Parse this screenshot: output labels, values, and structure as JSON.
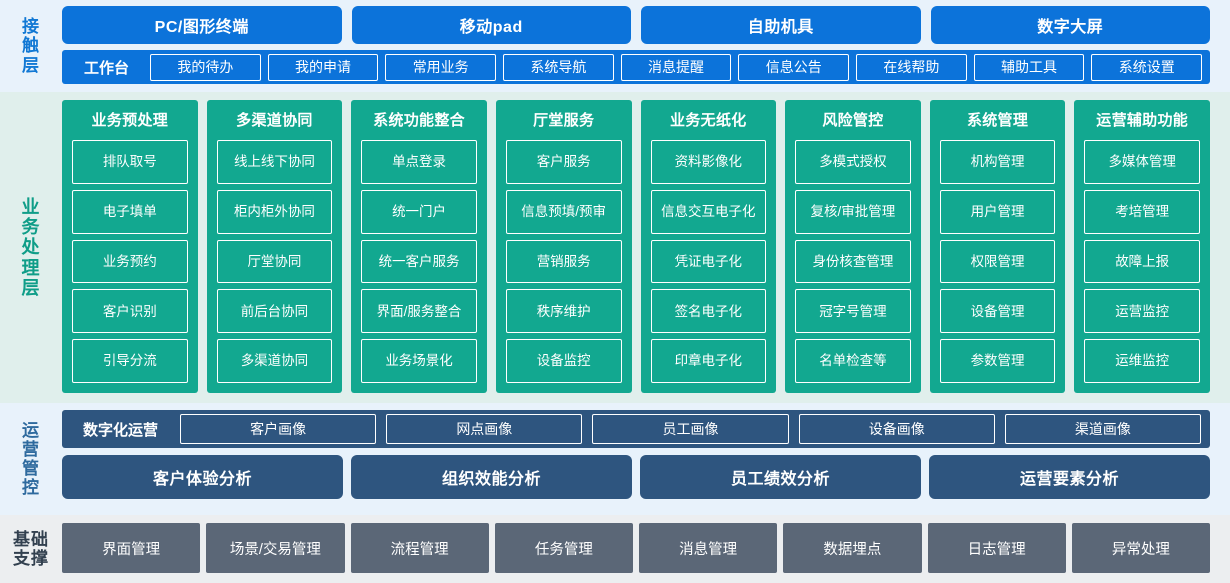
{
  "layers": {
    "touch": {
      "label": "接触层",
      "terminals": [
        "PC/图形终端",
        "移动pad",
        "自助机具",
        "数字大屏"
      ],
      "workbench_label": "工作台",
      "items": [
        "我的待办",
        "我的申请",
        "常用业务",
        "系统导航",
        "消息提醒",
        "信息公告",
        "在线帮助",
        "辅助工具",
        "系统设置"
      ]
    },
    "business": {
      "label": "业务处理层",
      "columns": [
        {
          "title": "业务预处理",
          "items": [
            "排队取号",
            "电子填单",
            "业务预约",
            "客户识别",
            "引导分流"
          ]
        },
        {
          "title": "多渠道协同",
          "items": [
            "线上线下协同",
            "柜内柜外协同",
            "厅堂协同",
            "前后台协同",
            "多渠道协同"
          ]
        },
        {
          "title": "系统功能整合",
          "items": [
            "单点登录",
            "统一门户",
            "统一客户服务",
            "界面/服务整合",
            "业务场景化"
          ]
        },
        {
          "title": "厅堂服务",
          "items": [
            "客户服务",
            "信息预填/预审",
            "营销服务",
            "秩序维护",
            "设备监控"
          ]
        },
        {
          "title": "业务无纸化",
          "items": [
            "资料影像化",
            "信息交互电子化",
            "凭证电子化",
            "签名电子化",
            "印章电子化"
          ]
        },
        {
          "title": "风险管控",
          "items": [
            "多模式授权",
            "复核/审批管理",
            "身份核查管理",
            "冠字号管理",
            "名单检查等"
          ]
        },
        {
          "title": "系统管理",
          "items": [
            "机构管理",
            "用户管理",
            "权限管理",
            "设备管理",
            "参数管理"
          ]
        },
        {
          "title": "运营辅助功能",
          "items": [
            "多媒体管理",
            "考培管理",
            "故障上报",
            "运营监控",
            "运维监控"
          ]
        }
      ]
    },
    "operations": {
      "label": "运营管控",
      "digital_ops_label": "数字化运营",
      "portraits": [
        "客户画像",
        "网点画像",
        "员工画像",
        "设备画像",
        "渠道画像"
      ],
      "analyses": [
        "客户体验分析",
        "组织效能分析",
        "员工绩效分析",
        "运营要素分析"
      ]
    },
    "base": {
      "label": "基础支撑",
      "items": [
        "界面管理",
        "场景/交易管理",
        "流程管理",
        "任务管理",
        "消息管理",
        "数据埋点",
        "日志管理",
        "异常处理"
      ]
    }
  },
  "colors": {
    "blue": "#0c73da",
    "blue_bg": "#e8f2fb",
    "green": "#12a890",
    "green_bg": "#e0efec",
    "slate": "#2e557f",
    "grey": "#5b6777",
    "grey_bg": "#eceef0"
  }
}
